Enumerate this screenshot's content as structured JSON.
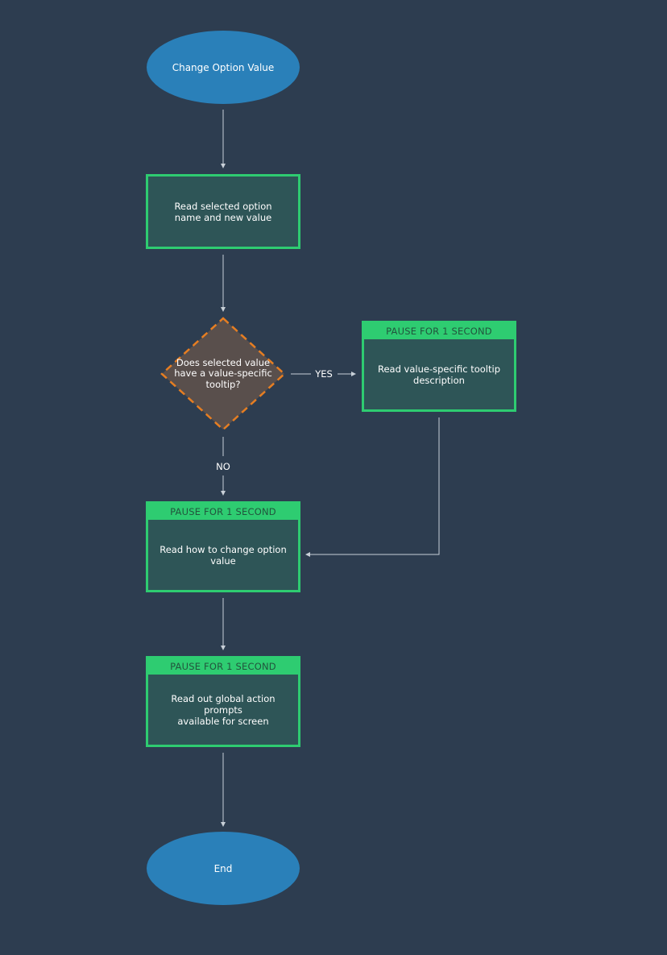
{
  "colors": {
    "background": "#2d3d50",
    "terminal_fill": "#2a80b9",
    "process_fill": "#2e5557",
    "process_border": "#2ecc71",
    "decision_fill": "#594f4c",
    "decision_border": "#e67e22",
    "connector": "#c8d0d8"
  },
  "nodes": {
    "start": {
      "label": "Change Option Value",
      "shape": "ellipse"
    },
    "read_option": {
      "label": "Read selected option\nname and new value",
      "shape": "rectangle"
    },
    "decision": {
      "label": "Does selected value\nhave a value-specific\ntooltip?",
      "shape": "diamond"
    },
    "tooltip": {
      "header": "PAUSE FOR 1 SECOND",
      "label": "Read value-specific tooltip\ndescription",
      "shape": "rectangle"
    },
    "how_to_change": {
      "header": "PAUSE FOR 1 SECOND",
      "label": "Read how to change option value",
      "shape": "rectangle"
    },
    "global_prompts": {
      "header": "PAUSE FOR 1 SECOND",
      "label": "Read out global action prompts\navailable for screen",
      "shape": "rectangle"
    },
    "end": {
      "label": "End",
      "shape": "ellipse"
    }
  },
  "edges": {
    "yes_label": "YES",
    "no_label": "NO"
  }
}
